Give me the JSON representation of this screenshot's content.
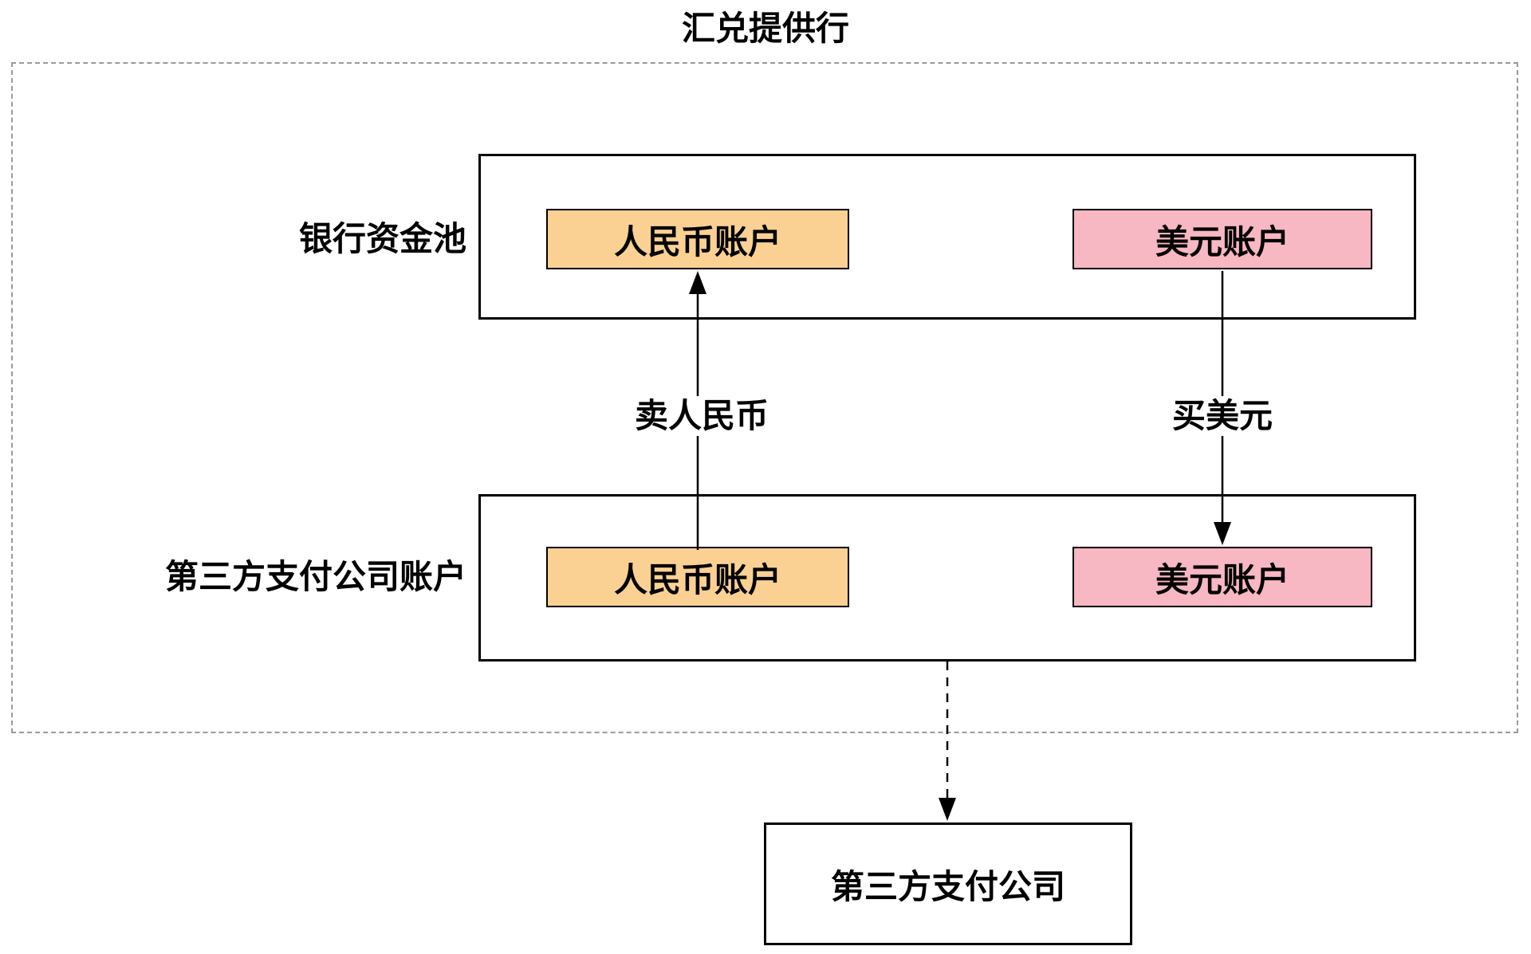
{
  "diagram": {
    "title": "汇兑提供行",
    "bank_pool": {
      "label": "银行资金池",
      "rmb_account": "人民币账户",
      "usd_account": "美元账户"
    },
    "third_party_accounts": {
      "label": "第三方支付公司账户",
      "rmb_account": "人民币账户",
      "usd_account": "美元账户"
    },
    "flows": {
      "sell_rmb": "卖人民币",
      "buy_usd": "买美元"
    },
    "third_party_company": "第三方支付公司",
    "colors": {
      "rmb_fill": "#FAD193",
      "usd_fill": "#F7B7C3",
      "line": "#000000",
      "dashed_border": "#9A9A9A"
    }
  }
}
